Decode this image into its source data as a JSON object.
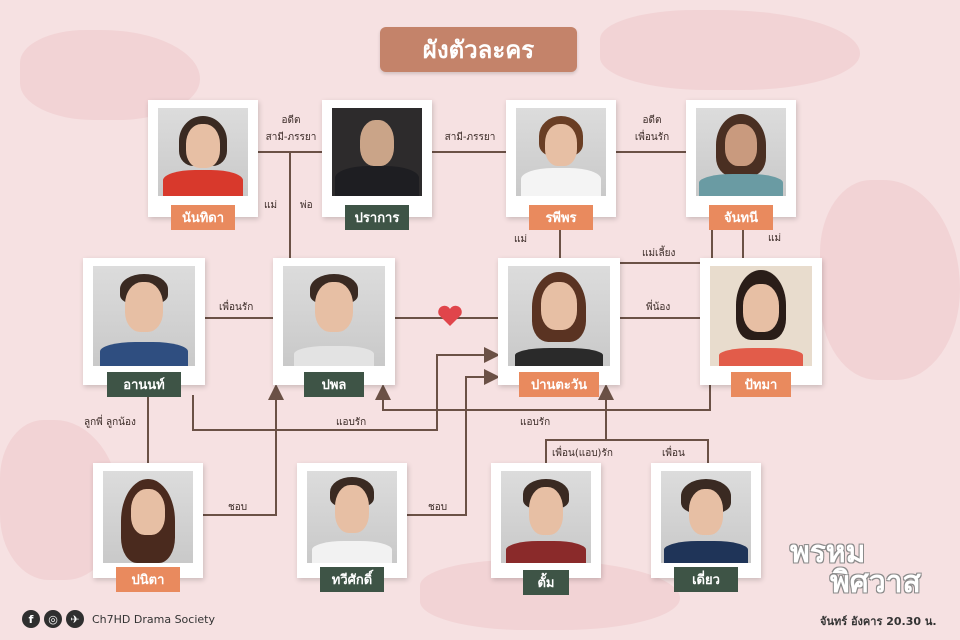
{
  "title": "ผังตัวละคร",
  "characters": {
    "nanthida": {
      "name": "นันทิดา",
      "label_color": "#e98a5e"
    },
    "prakan": {
      "name": "ปราการ",
      "label_color": "#3e5446"
    },
    "raphiphon": {
      "name": "รพีพร",
      "label_color": "#e98a5e"
    },
    "chanthani": {
      "name": "จันทนี",
      "label_color": "#e98a5e"
    },
    "anon": {
      "name": "อานนท์",
      "label_color": "#3e5446"
    },
    "paphon": {
      "name": "ปพล",
      "label_color": "#3e5446"
    },
    "pantawan": {
      "name": "ปานตะวัน",
      "label_color": "#e98a5e"
    },
    "pattama": {
      "name": "ปัทมา",
      "label_color": "#e98a5e"
    },
    "panita": {
      "name": "ปนิตา",
      "label_color": "#e98a5e"
    },
    "thawisak": {
      "name": "ทวีศักดิ์",
      "label_color": "#3e5446"
    },
    "tam": {
      "name": "ตั้ม",
      "label_color": "#3e5446"
    },
    "diao": {
      "name": "เดี่ยว",
      "label_color": "#3e5446"
    }
  },
  "relations": {
    "ex_spouse_1": "อดีต",
    "ex_spouse_2": "สามี-ภรรยา",
    "spouse": "สามี-ภรรยา",
    "ex_friend_1": "อดีต",
    "ex_friend_2": "เพื่อนรัก",
    "mother_1": "แม่",
    "father": "พ่อ",
    "mother_2": "แม่",
    "stepmother": "แม่เลี้ยง",
    "mother_3": "แม่",
    "best_friend": "เพื่อนรัก",
    "siblings": "พี่น้อง",
    "cousins": "ลูกพี่ ลูกน้อง",
    "secret_love_1": "แอบรัก",
    "secret_love_2": "แอบรัก",
    "friend_secret_love": "เพื่อน(แอบ)รัก",
    "friend": "เพื่อน",
    "likes_1": "ชอบ",
    "likes_2": "ชอบ"
  },
  "footer": {
    "social_icons": [
      "facebook-icon",
      "instagram-icon",
      "twitter-icon"
    ],
    "brand": "Ch7HD Drama Society"
  },
  "logo": {
    "line1": "พรหม",
    "line2": "พิศวาส"
  },
  "airtime": "จันทร์ อังคาร 20.30 น.",
  "colors": {
    "background": "#f6e1e2",
    "title_bg": "#c4836a",
    "line": "#6b5146",
    "heart": "#e0454b"
  }
}
